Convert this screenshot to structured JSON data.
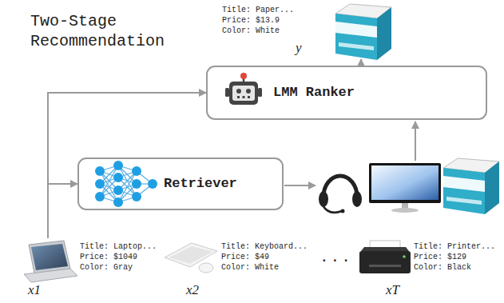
{
  "diagram": {
    "title": "Two-Stage Recommendation",
    "nodes": [
      {
        "text": [
          "Title: Paper...",
          "Price: $13.9",
          "Color: White",
          "y"
        ]
      },
      {
        "text": [
          "LMM Ranker"
        ]
      },
      {
        "text": [
          "Retriever"
        ]
      },
      {
        "text": [
          "Title: Laptop...",
          "Price: $1049",
          "Color: Gray",
          "x1"
        ]
      },
      {
        "text": [
          "Title: Keyboard...",
          "Price: $49",
          "Color: White",
          "x2"
        ]
      },
      {
        "text": [
          "Title: Printer...",
          "Price: $129",
          "Color: Black",
          "xT"
        ]
      }
    ],
    "edges": [
      {
        "from": 1,
        "to": 0,
        "arrow": "to"
      },
      {
        "from": 3,
        "to": 1,
        "arrow": "to"
      },
      {
        "from": 3,
        "to": 2,
        "arrow": "to"
      }
    ],
    "labels": [
      "..."
    ]
  }
}
